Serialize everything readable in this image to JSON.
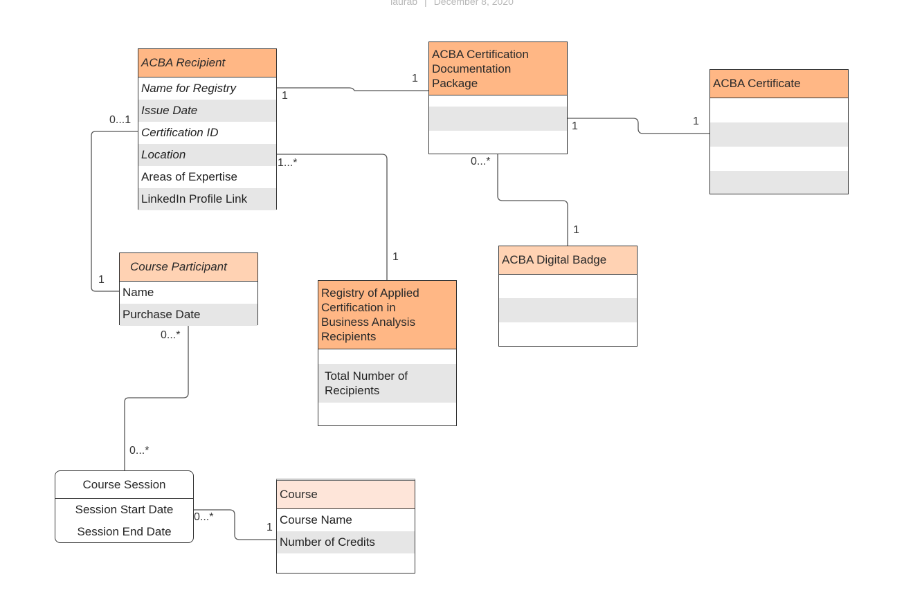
{
  "meta": {
    "author": "laurab",
    "date": "December 8, 2020"
  },
  "classes": {
    "acba_recipient": {
      "title": "ACBA Recipient",
      "attributes": [
        "Name for Registry",
        "Issue Date",
        "Certification ID",
        "Location",
        "Areas of Expertise",
        "LinkedIn Profile Link"
      ]
    },
    "cert_doc_package": {
      "title": "ACBA Certification\n  Documentation\n  Package",
      "attributes": [
        "",
        "",
        ""
      ]
    },
    "acba_certificate": {
      "title": "ACBA Certificate",
      "attributes": [
        "",
        "",
        "",
        ""
      ]
    },
    "course_participant": {
      "title": "Course Participant",
      "attributes": [
        "Name",
        "Purchase Date"
      ]
    },
    "registry": {
      "title": "Registry of Applied\n  Certification in\n  Business Analysis\n  Recipients",
      "attributes": [
        "",
        "Total Number of\n  Recipients",
        ""
      ]
    },
    "digital_badge": {
      "title": "ACBA Digital Badge",
      "attributes": [
        "",
        "",
        ""
      ]
    },
    "course_session": {
      "title": "Course Session",
      "attributes": [
        "Session Start Date",
        "Session End Date"
      ]
    },
    "course": {
      "title": "Course",
      "attributes": [
        "Course Name",
        "Number of Credits",
        ""
      ]
    }
  },
  "associations": [
    {
      "from": "ACBA Recipient",
      "to": "ACBA Certification Documentation Package",
      "from_mult": "1",
      "to_mult": "1"
    },
    {
      "from": "ACBA Certification Documentation Package",
      "to": "ACBA Certificate",
      "from_mult": "1",
      "to_mult": "1"
    },
    {
      "from": "ACBA Recipient",
      "to": "Course Participant",
      "from_mult": "0...1",
      "to_mult": "1"
    },
    {
      "from": "ACBA Recipient",
      "to": "Registry of Applied Certification in Business Analysis Recipients",
      "from_mult": "1...*",
      "to_mult": "1"
    },
    {
      "from": "ACBA Certification Documentation Package",
      "to": "ACBA Digital Badge",
      "from_mult": "0...*",
      "to_mult": "1"
    },
    {
      "from": "Course Participant",
      "to": "Course Session",
      "from_mult": "0...*",
      "to_mult": "0...*"
    },
    {
      "from": "Course Session",
      "to": "Course",
      "from_mult": "0...*",
      "to_mult": "1"
    }
  ]
}
